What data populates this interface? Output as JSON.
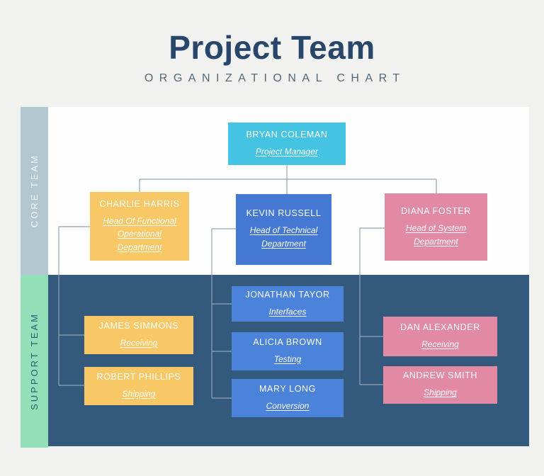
{
  "header": {
    "title": "Project Team",
    "subtitle": "ORGANIZATIONAL CHART"
  },
  "sections": {
    "core": {
      "label": "CORE TEAM"
    },
    "support": {
      "label": "SUPPORT TEAM"
    }
  },
  "nodes": {
    "manager": {
      "name": "BRYAN COLEMAN",
      "role": "Project Manager"
    },
    "head_functional": {
      "name": "CHARLIE HARRIS",
      "role": "Head Of Functional Operational Department"
    },
    "head_technical": {
      "name": "KEVIN RUSSELL",
      "role": "Head of Technical Department"
    },
    "head_system": {
      "name": "DIANA FOSTER",
      "role": "Head of System Department"
    },
    "support_functional_1": {
      "name": "JAMES SIMMONS",
      "role": "Receiving"
    },
    "support_functional_2": {
      "name": "ROBERT PHILLIPS",
      "role": "Shipping"
    },
    "support_technical_1": {
      "name": "JONATHAN TAYOR",
      "role": "Interfaces"
    },
    "support_technical_2": {
      "name": "ALICIA BROWN",
      "role": "Testing"
    },
    "support_technical_3": {
      "name": "MARY LONG",
      "role": "Conversion"
    },
    "support_system_1": {
      "name": "DAN ALEXANDER",
      "role": "Receiving"
    },
    "support_system_2": {
      "name": "ANDREW SMITH",
      "role": "Shipping"
    }
  },
  "colors": {
    "page_background": "#F1F1EF",
    "title_text": "#28466A",
    "subtitle_text": "#546876",
    "core_strip": "#B3C7D0",
    "support_strip": "#93E0B8",
    "support_panel": "#33597C",
    "node_cyan": "#45C3E3",
    "node_yellow": "#F8C766",
    "node_blue_core": "#4478D2",
    "node_blue_support": "#4B82DA",
    "node_pink": "#E28AA4",
    "connector": "#92A4B0"
  }
}
